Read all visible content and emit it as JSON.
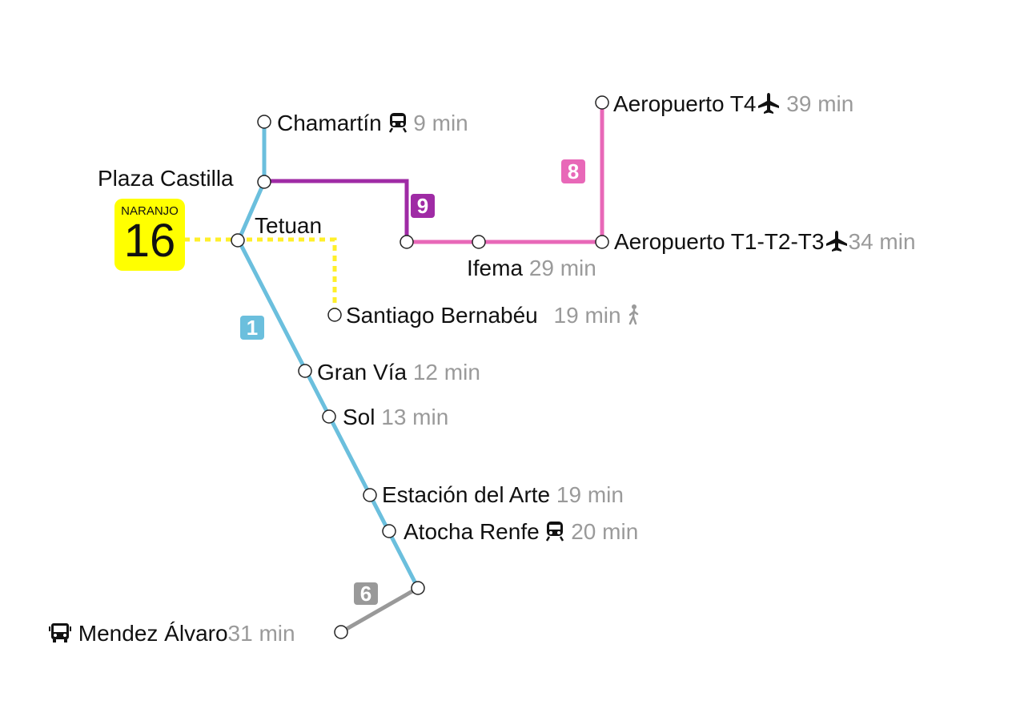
{
  "colors": {
    "line_1": "#6bbfdd",
    "line_9": "#9f2ba5",
    "line_8": "#e868b8",
    "line_6": "#999999",
    "bus_16": "#ffff00",
    "bus_16_dotted": "#ffef2a",
    "time_text": "#9a9a9a"
  },
  "line_badges": {
    "line_1": "1",
    "line_9": "9",
    "line_8": "8",
    "line_6": "6"
  },
  "bus_badge": {
    "name": "NARANJO",
    "number": "16"
  },
  "stations": {
    "chamartin": {
      "name": "Chamartín",
      "time": "9 min",
      "icon": "train-icon"
    },
    "plaza_castilla": {
      "name": "Plaza Castilla"
    },
    "tetuan": {
      "name": "Tetuan"
    },
    "santiago": {
      "name": "Santiago Bernabéu",
      "time": "19 min",
      "icon": "walking-person-icon"
    },
    "ifema": {
      "name": "Ifema",
      "time": "29 min"
    },
    "aeropuerto_t4": {
      "name": "Aeropuerto T4",
      "time": "39 min",
      "icon": "airplane-icon"
    },
    "aeropuerto_t123": {
      "name": "Aeropuerto T1-T2-T3",
      "time": "34 min",
      "icon": "airplane-icon"
    },
    "gran_via": {
      "name": "Gran Vía",
      "time": "12 min"
    },
    "sol": {
      "name": "Sol",
      "time": "13 min"
    },
    "estacion_arte": {
      "name": "Estación del Arte",
      "time": "19 min"
    },
    "atocha": {
      "name": "Atocha Renfe",
      "time": "20 min",
      "icon": "train-icon"
    },
    "mendez_alvaro": {
      "name": "Mendez Álvaro",
      "time": "31 min",
      "icon": "bus-icon"
    }
  }
}
